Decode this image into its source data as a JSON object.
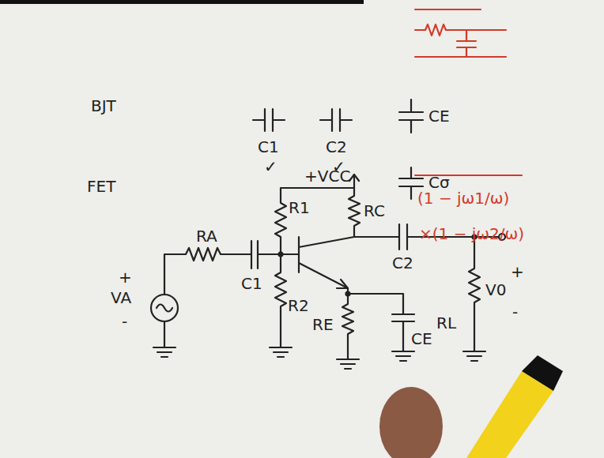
{
  "diagram": {
    "labels": [
      "BJT",
      "C1",
      "C2",
      "CE",
      "✓",
      "✓",
      "FET",
      "+VCC",
      "Cσ",
      "(1 − jω1/ω)",
      "×(1 − jω2/ω)",
      "RA",
      "R1",
      "RC",
      "C1",
      "C2",
      "V0",
      "+",
      "+",
      "VA",
      "-",
      "R2",
      "RE",
      "CE",
      "RL",
      "-"
    ]
  }
}
